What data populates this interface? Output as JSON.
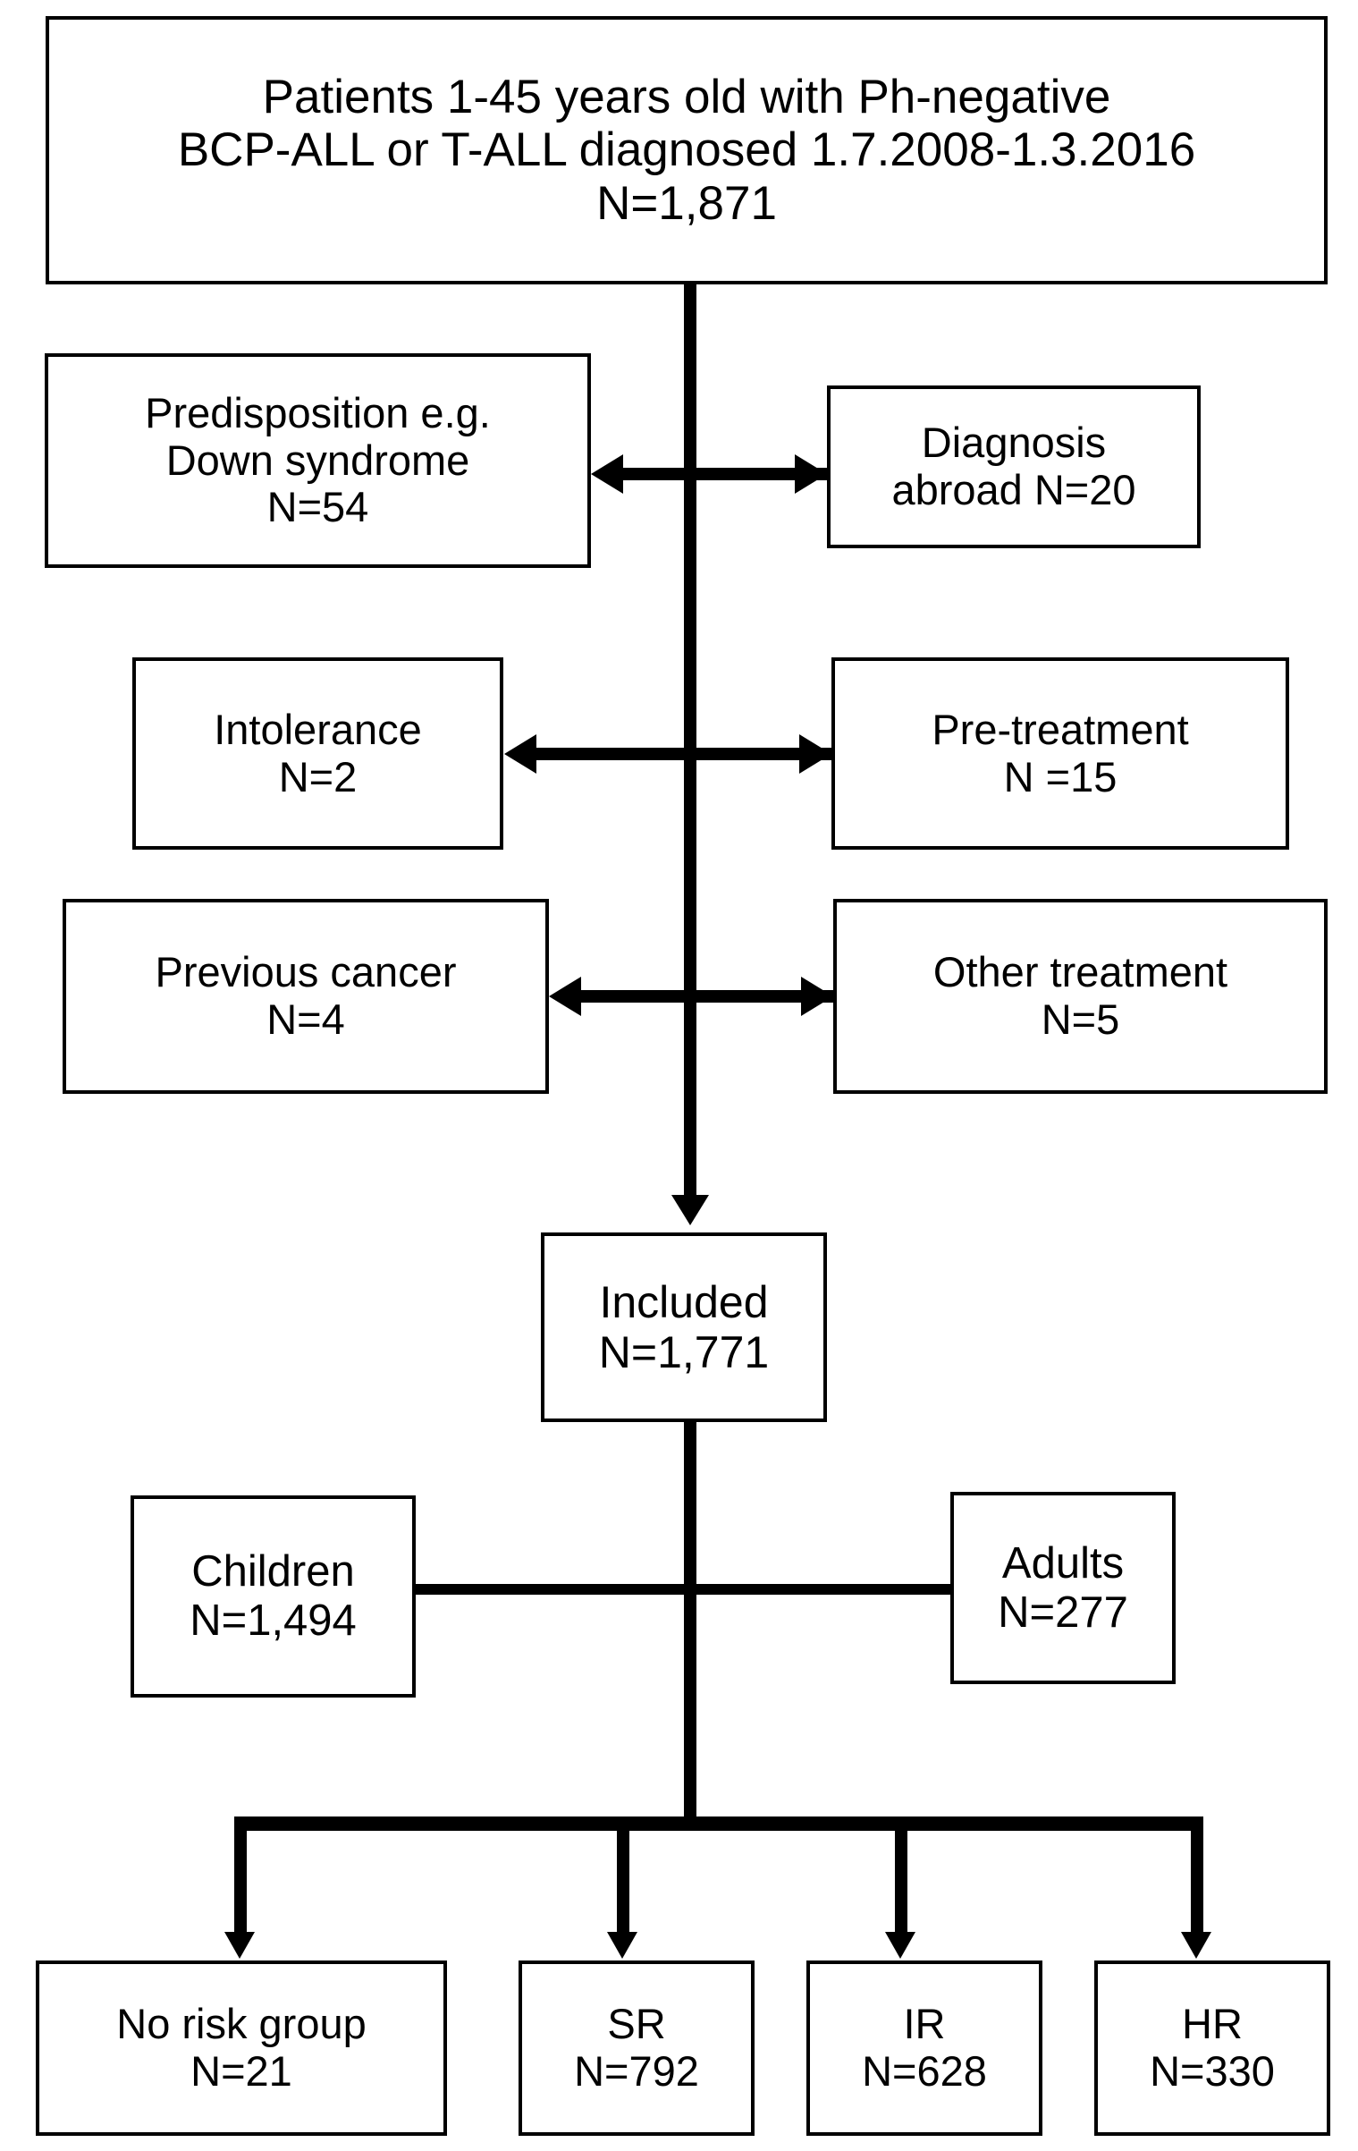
{
  "diagram": {
    "type": "flowchart",
    "title": "Patient inclusion flow diagram",
    "colors": {
      "stroke": "#000000",
      "fill": "#ffffff",
      "text": "#000000"
    },
    "boxes": {
      "cohort": {
        "line1": "Patients 1-45 years old with Ph-negative",
        "line2": "BCP-ALL or T-ALL diagnosed 1.7.2008-1.3.2016",
        "line3": "N=1,871"
      },
      "predisposition": {
        "line1": "Predisposition e.g.",
        "line2": "Down syndrome",
        "line3": "N=54"
      },
      "diagnosis_abroad": {
        "line1": "Diagnosis",
        "line2": "abroad N=20"
      },
      "intolerance": {
        "line1": "Intolerance",
        "line2": "N=2"
      },
      "pre_treatment": {
        "line1": "Pre-treatment",
        "line2": "N =15"
      },
      "previous_cancer": {
        "line1": "Previous cancer",
        "line2": "N=4"
      },
      "other_treatment": {
        "line1": "Other treatment",
        "line2": "N=5"
      },
      "included": {
        "line1": "Included",
        "line2": "N=1,771"
      },
      "children": {
        "line1": "Children",
        "line2": "N=1,494"
      },
      "adults": {
        "line1": "Adults",
        "line2": "N=277"
      },
      "no_risk_group": {
        "line1": "No risk group",
        "line2": "N=21"
      },
      "sr": {
        "line1": "SR",
        "line2": "N=792"
      },
      "ir": {
        "line1": "IR",
        "line2": "N=628"
      },
      "hr": {
        "line1": "HR",
        "line2": "N=330"
      }
    }
  }
}
